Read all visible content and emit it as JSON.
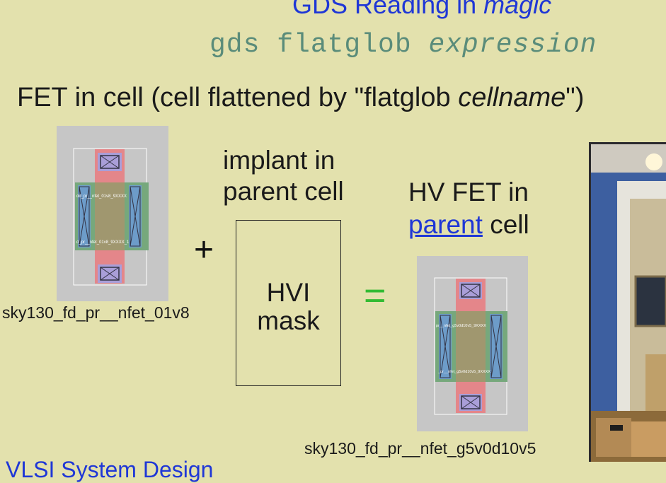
{
  "slide": {
    "title_main": "GDS Reading in ",
    "title_italic": "magic",
    "command": "gds flatglob ",
    "command_arg": "expression",
    "subtitle_main": "FET in cell (cell flattened by \"flatglob ",
    "subtitle_italic": "cellname",
    "subtitle_end": "\")",
    "implant_line1": "implant in",
    "implant_line2": "parent cell",
    "hv_line1": "HV FET in",
    "hv_link": "parent",
    "hv_line2_end": " cell",
    "plus": "+",
    "equals": "=",
    "mask_line1": "HVI",
    "mask_line2": "mask",
    "fet1_label": "sky130_fd_pr__nfet_01v8",
    "fet2_label": "sky130_fd_pr__nfet_g5v0d10v5",
    "footer": "VLSI System Design"
  },
  "layout_cells": {
    "fet1_top_text": "dd_pr__nfet_01v8_9XXXX",
    "fet1_bottom_text": "d_pr__nfet_01v8_9XXXX_1",
    "fet2_top_text": "pr__nfet_g5v0d10v5_9XXXX",
    "fet2_bottom_text": "_pr__nfet_g5v0d10v5_9XXXX"
  },
  "colors": {
    "background": "#e3e1ad",
    "title_blue": "#1f37d6",
    "command_green": "#5a8c7a",
    "equals_green": "#33bb33"
  }
}
